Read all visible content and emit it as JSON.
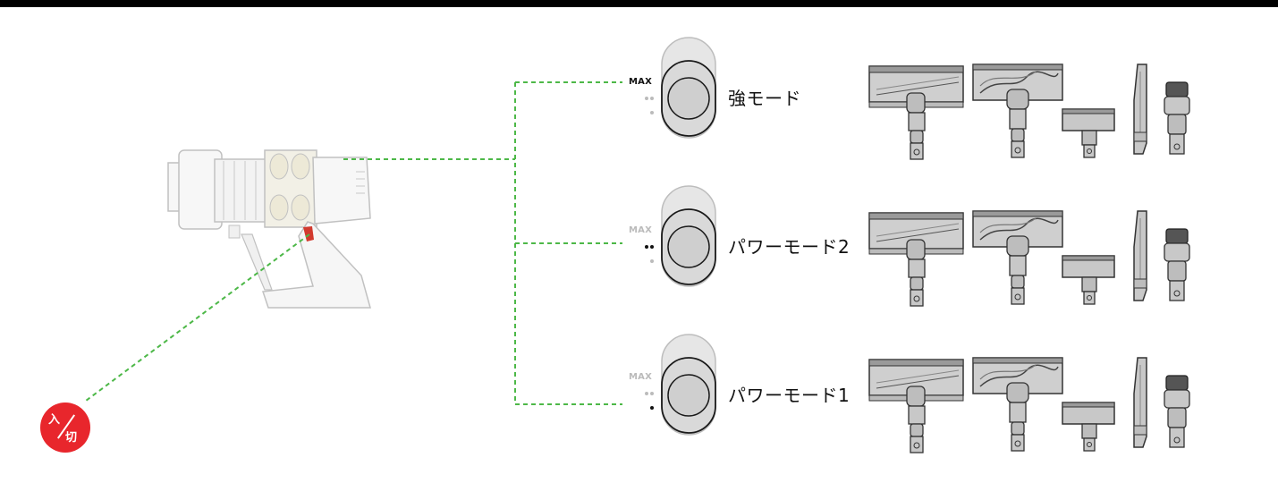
{
  "power_button": {
    "on_label": "入",
    "off_label": "切",
    "color": "#e8262c"
  },
  "modes": [
    {
      "label": "強モード",
      "max_label": "MAX",
      "active_level": "MAX"
    },
    {
      "label": "パワーモード2",
      "max_label": "MAX",
      "active_level": "2"
    },
    {
      "label": "パワーモード1",
      "max_label": "MAX",
      "active_level": "1"
    }
  ],
  "attachments": [
    "motorhead-brush-icon",
    "fluffy-brush-icon",
    "mini-motorhead-icon",
    "crevice-tool-icon",
    "combination-tool-icon"
  ],
  "colors": {
    "connector": "#4db848",
    "button_ring": "#333333",
    "button_fill": "#d8d8d8",
    "accent": "#e8262c"
  }
}
